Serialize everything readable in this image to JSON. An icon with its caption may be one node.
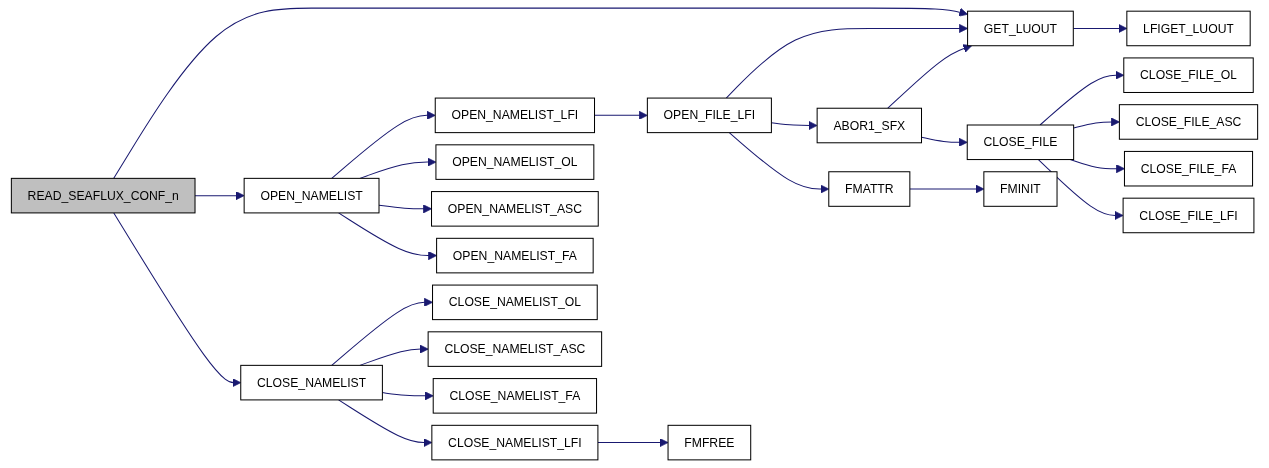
{
  "diagram": {
    "nodes": [
      {
        "text": [
          "READ_SEAFLUX_CONF_n"
        ]
      },
      {
        "text": [
          "GET_LUOUT"
        ]
      },
      {
        "text": [
          "LFIGET_LUOUT"
        ]
      },
      {
        "text": [
          "OPEN_NAMELIST"
        ]
      },
      {
        "text": [
          "OPEN_NAMELIST_LFI"
        ]
      },
      {
        "text": [
          "OPEN_FILE_LFI"
        ]
      },
      {
        "text": [
          "ABOR1_SFX"
        ]
      },
      {
        "text": [
          "CLOSE_FILE"
        ]
      },
      {
        "text": [
          "CLOSE_FILE_OL"
        ]
      },
      {
        "text": [
          "CLOSE_FILE_ASC"
        ]
      },
      {
        "text": [
          "CLOSE_FILE_FA"
        ]
      },
      {
        "text": [
          "CLOSE_FILE_LFI"
        ]
      },
      {
        "text": [
          "FMATTR"
        ]
      },
      {
        "text": [
          "FMINIT"
        ]
      },
      {
        "text": [
          "OPEN_NAMELIST_OL"
        ]
      },
      {
        "text": [
          "OPEN_NAMELIST_ASC"
        ]
      },
      {
        "text": [
          "OPEN_NAMELIST_FA"
        ]
      },
      {
        "text": [
          "CLOSE_NAMELIST"
        ]
      },
      {
        "text": [
          "CLOSE_NAMELIST_OL"
        ]
      },
      {
        "text": [
          "CLOSE_NAMELIST_ASC"
        ]
      },
      {
        "text": [
          "CLOSE_NAMELIST_FA"
        ]
      },
      {
        "text": [
          "CLOSE_NAMELIST_LFI"
        ]
      },
      {
        "text": [
          "FMFREE"
        ]
      }
    ],
    "edges": [
      {
        "from": 0,
        "to": 1,
        "arrow": "to"
      },
      {
        "from": 0,
        "to": 3,
        "arrow": "to"
      },
      {
        "from": 0,
        "to": 17,
        "arrow": "to"
      },
      {
        "from": 1,
        "to": 2,
        "arrow": "to"
      },
      {
        "from": 3,
        "to": 4,
        "arrow": "to"
      },
      {
        "from": 3,
        "to": 14,
        "arrow": "to"
      },
      {
        "from": 3,
        "to": 15,
        "arrow": "to"
      },
      {
        "from": 3,
        "to": 16,
        "arrow": "to"
      },
      {
        "from": 4,
        "to": 5,
        "arrow": "to"
      },
      {
        "from": 5,
        "to": 1,
        "arrow": "to"
      },
      {
        "from": 5,
        "to": 6,
        "arrow": "to"
      },
      {
        "from": 5,
        "to": 12,
        "arrow": "to"
      },
      {
        "from": 6,
        "to": 1,
        "arrow": "to"
      },
      {
        "from": 6,
        "to": 7,
        "arrow": "to"
      },
      {
        "from": 7,
        "to": 8,
        "arrow": "to"
      },
      {
        "from": 7,
        "to": 9,
        "arrow": "to"
      },
      {
        "from": 7,
        "to": 10,
        "arrow": "to"
      },
      {
        "from": 7,
        "to": 11,
        "arrow": "to"
      },
      {
        "from": 12,
        "to": 13,
        "arrow": "to"
      },
      {
        "from": 17,
        "to": 18,
        "arrow": "to"
      },
      {
        "from": 17,
        "to": 19,
        "arrow": "to"
      },
      {
        "from": 17,
        "to": 20,
        "arrow": "to"
      },
      {
        "from": 17,
        "to": 21,
        "arrow": "to"
      },
      {
        "from": 21,
        "to": 22,
        "arrow": "to"
      }
    ]
  }
}
